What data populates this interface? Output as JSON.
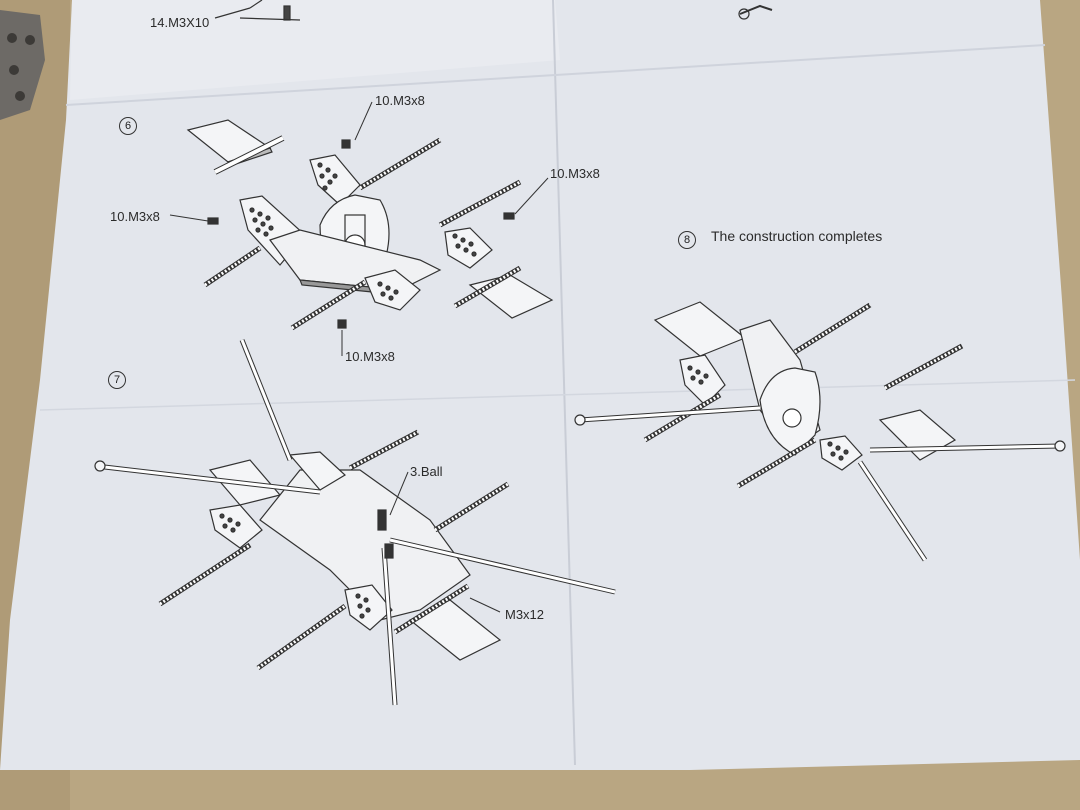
{
  "labels": {
    "top_screw": "14.M3X10",
    "s6_top": "10.M3x8",
    "s6_left": "10.M3x8",
    "s6_right": "10.M3x8",
    "s6_bottom": "10.M3x8",
    "s7_ball": "3.Ball",
    "s7_screw": "M3x12",
    "s8_caption": "The construction completes"
  },
  "steps": {
    "six": "6",
    "seven": "7",
    "eight": "8"
  }
}
